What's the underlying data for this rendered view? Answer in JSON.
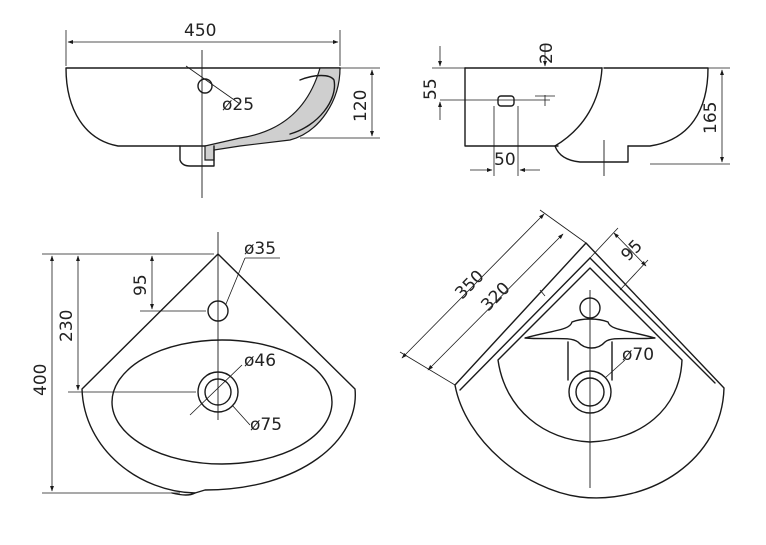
{
  "views": {
    "front": {
      "width_label": "450",
      "height_label": "120",
      "hole_label": "ø25"
    },
    "side": {
      "top_label": "20",
      "left_label": "55",
      "bottom_label": "50",
      "height_label": "165"
    },
    "plan": {
      "hole_label": "ø35",
      "hole_offset_label": "95",
      "drain_offset_label": "230",
      "depth_label": "400",
      "drain_inner_label": "ø46",
      "drain_outer_label": "ø75"
    },
    "iso": {
      "outer_label": "350",
      "inner_label": "320",
      "offset_label": "95",
      "drain_label": "ø70"
    }
  },
  "colors": {
    "line": "#1a1a1a",
    "hatch": "#cfcfcf",
    "text": "#222222",
    "background": "#ffffff"
  }
}
